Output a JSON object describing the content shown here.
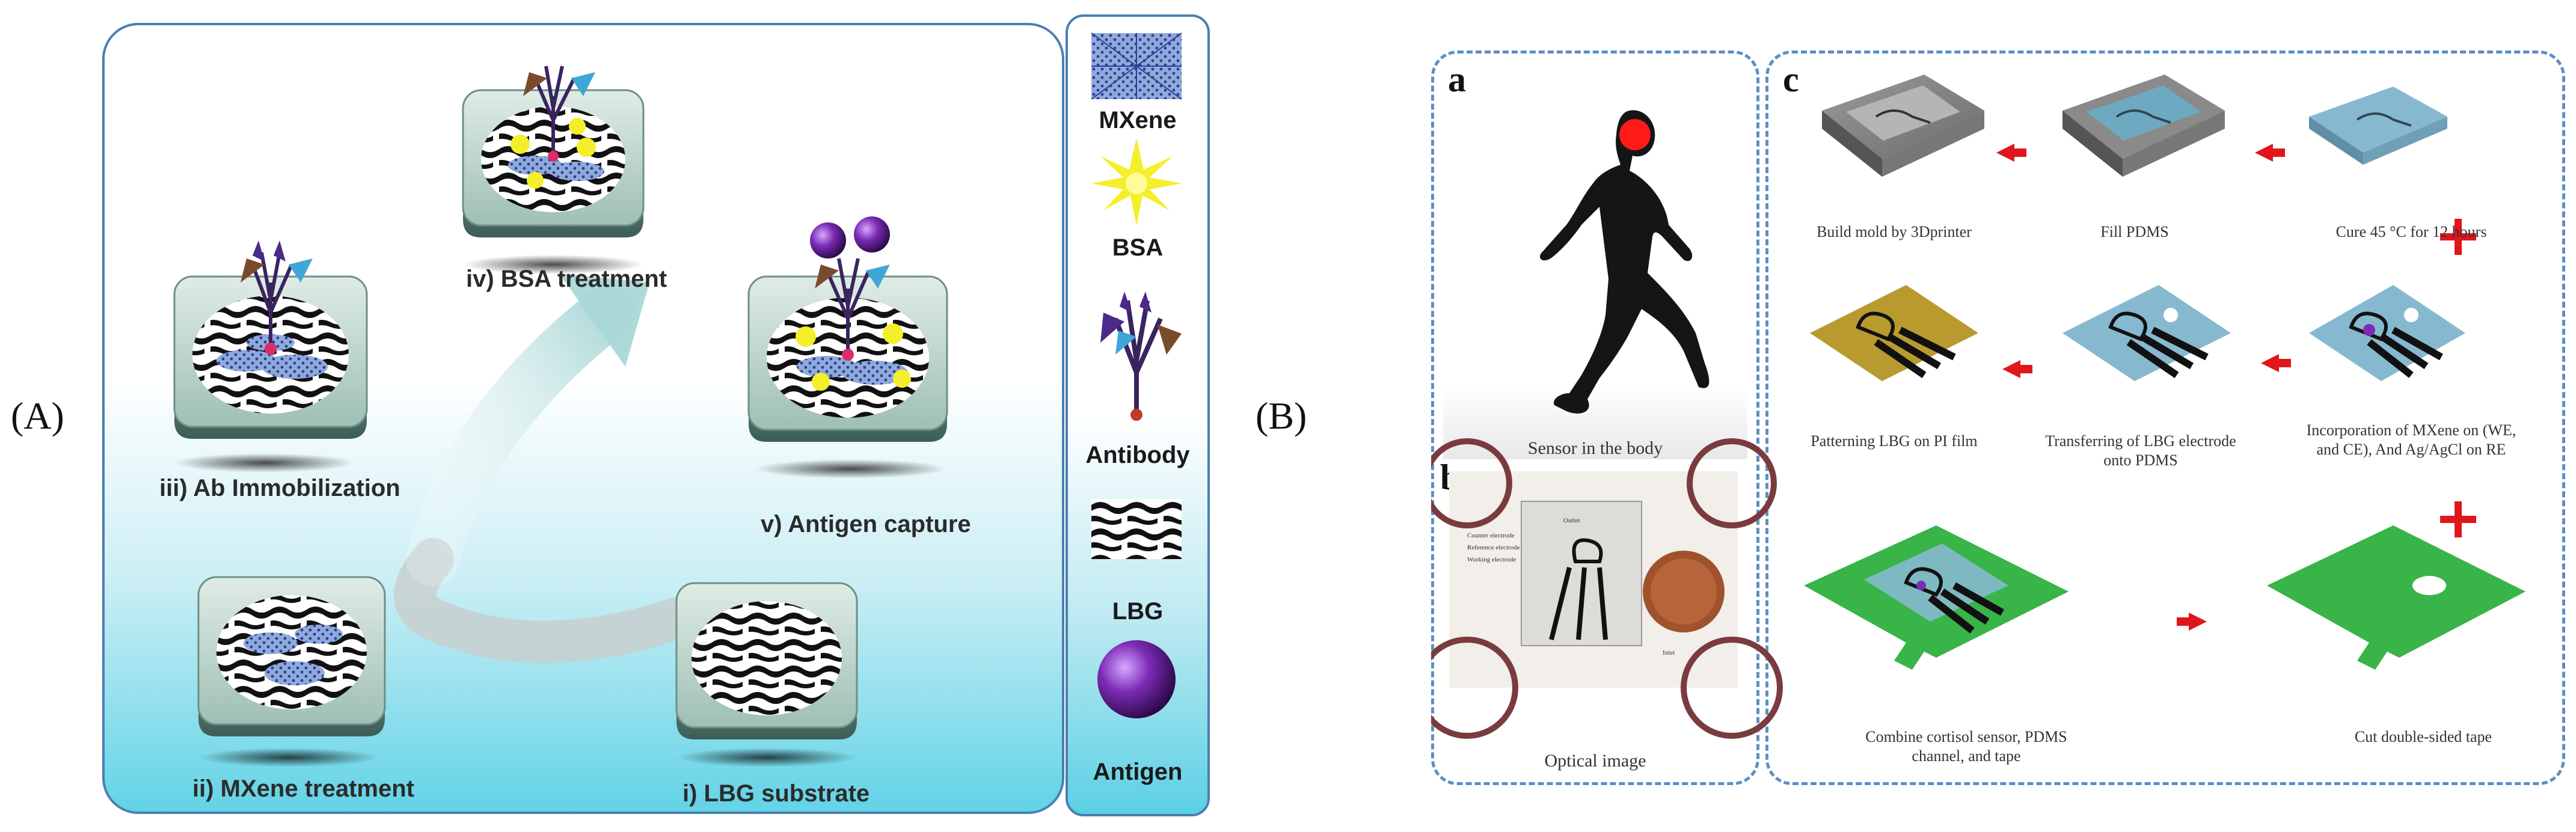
{
  "panel_labels": {
    "A": "(A)",
    "B": "(B)"
  },
  "panelA": {
    "steps": {
      "s1": "i) LBG substrate",
      "s2": "ii) MXene treatment",
      "s3": "iii) Ab Immobilization",
      "s4": "iv) BSA treatment",
      "s5": "v) Antigen capture"
    },
    "legend": [
      "MXene",
      "BSA",
      "Antibody",
      "LBG",
      "Antigen"
    ]
  },
  "panelB": {
    "sub_labels": {
      "a": "a",
      "b": "b",
      "c": "c"
    },
    "a_caption": "Sensor in the body",
    "b_caption": "Optical image",
    "b_photo_labels": {
      "outlet": "Outlet",
      "counter": "Counter electrode",
      "reference": "Reference electrode",
      "working": "Working electrode",
      "inlet": "Inlet"
    },
    "c_steps": {
      "build": "Build mold by 3Dprinter",
      "fill": "Fill PDMS",
      "cure": "Cure 45 °C for 12 hours",
      "pattern": "Patterning LBG on PI film",
      "transfer": "Transferring of LBG electrode onto PDMS",
      "incorp": "Incorporation of MXene on (WE, and CE), And Ag/AgCl on RE",
      "cut": "Cut double-sided tape",
      "combine": "Combine cortisol sensor, PDMS channel, and tape"
    }
  },
  "colors": {
    "frame_blue": "#4a7fb0",
    "dash_blue": "#5d8fc2",
    "arrow_red": "#e0161b",
    "tape_green": "#38b449",
    "pdms_blue": "#7fb4cd",
    "lbg_gold": "#b99a2f",
    "antigen_purple": "#6a1b9a",
    "bsa_yellow": "#f4ef2a"
  }
}
